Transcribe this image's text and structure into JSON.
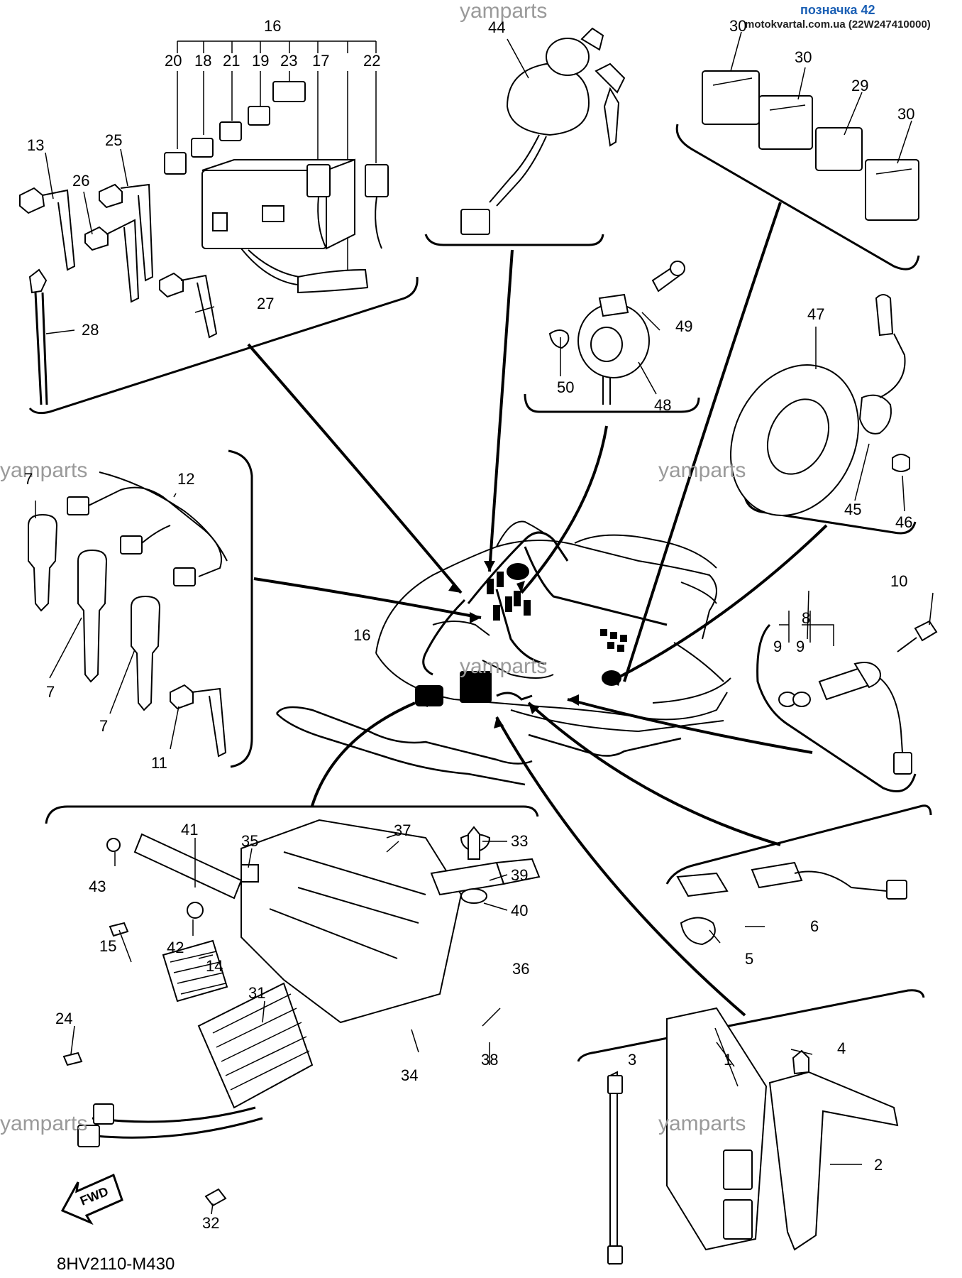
{
  "header": {
    "title": "позначка 42",
    "subtitle": "motokvartal.com.ua (22W247410000)"
  },
  "watermark": "yamparts",
  "diagram_code": "8HV2110-M430",
  "fwd_label": "FWD",
  "callouts": {
    "c1": "1",
    "c2": "2",
    "c3": "3",
    "c4": "4",
    "c5": "5",
    "c6": "6",
    "c7a": "7",
    "c7b": "7",
    "c7c": "7",
    "c8": "8",
    "c9a": "9",
    "c9b": "9",
    "c10": "10",
    "c11": "11",
    "c12": "12",
    "c13": "13",
    "c14": "14",
    "c15": "15",
    "c16a": "16",
    "c16b": "16",
    "c17": "17",
    "c18": "18",
    "c19": "19",
    "c20": "20",
    "c21": "21",
    "c22": "22",
    "c23": "23",
    "c24": "24",
    "c25": "25",
    "c26": "26",
    "c27": "27",
    "c28": "28",
    "c29": "29",
    "c30a": "30",
    "c30b": "30",
    "c30c": "30",
    "c31": "31",
    "c32": "32",
    "c33": "33",
    "c34": "34",
    "c35": "35",
    "c36": "36",
    "c37": "37",
    "c38": "38",
    "c39": "39",
    "c40": "40",
    "c41": "41",
    "c42": "42",
    "c43": "43",
    "c44": "44",
    "c45": "45",
    "c46": "46",
    "c47": "47",
    "c48": "48",
    "c49": "49",
    "c50": "50"
  }
}
